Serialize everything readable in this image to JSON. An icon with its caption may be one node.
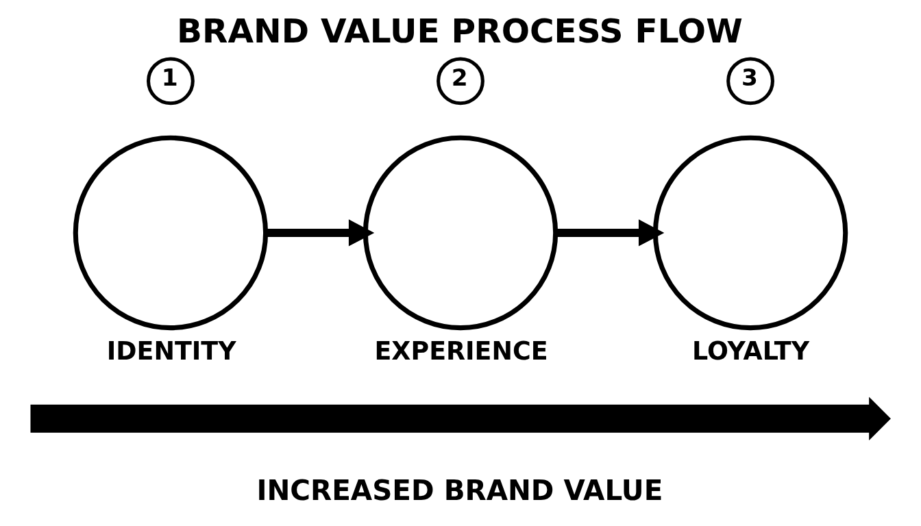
{
  "diagram": {
    "title": "BRAND VALUE PROCESS FLOW",
    "nodes": [
      {
        "text": [
          "IDENTITY"
        ],
        "beside": [
          "1"
        ]
      },
      {
        "text": [
          "EXPERIENCE"
        ],
        "beside": [
          "2"
        ]
      },
      {
        "text": [
          "LOYALTY"
        ],
        "beside": [
          "3"
        ]
      }
    ],
    "edges": [
      {
        "from": 0,
        "to": 1,
        "arrow": "to"
      },
      {
        "from": 1,
        "to": 2,
        "arrow": "to"
      }
    ],
    "labels": [
      "INCREASED BRAND VALUE"
    ]
  }
}
